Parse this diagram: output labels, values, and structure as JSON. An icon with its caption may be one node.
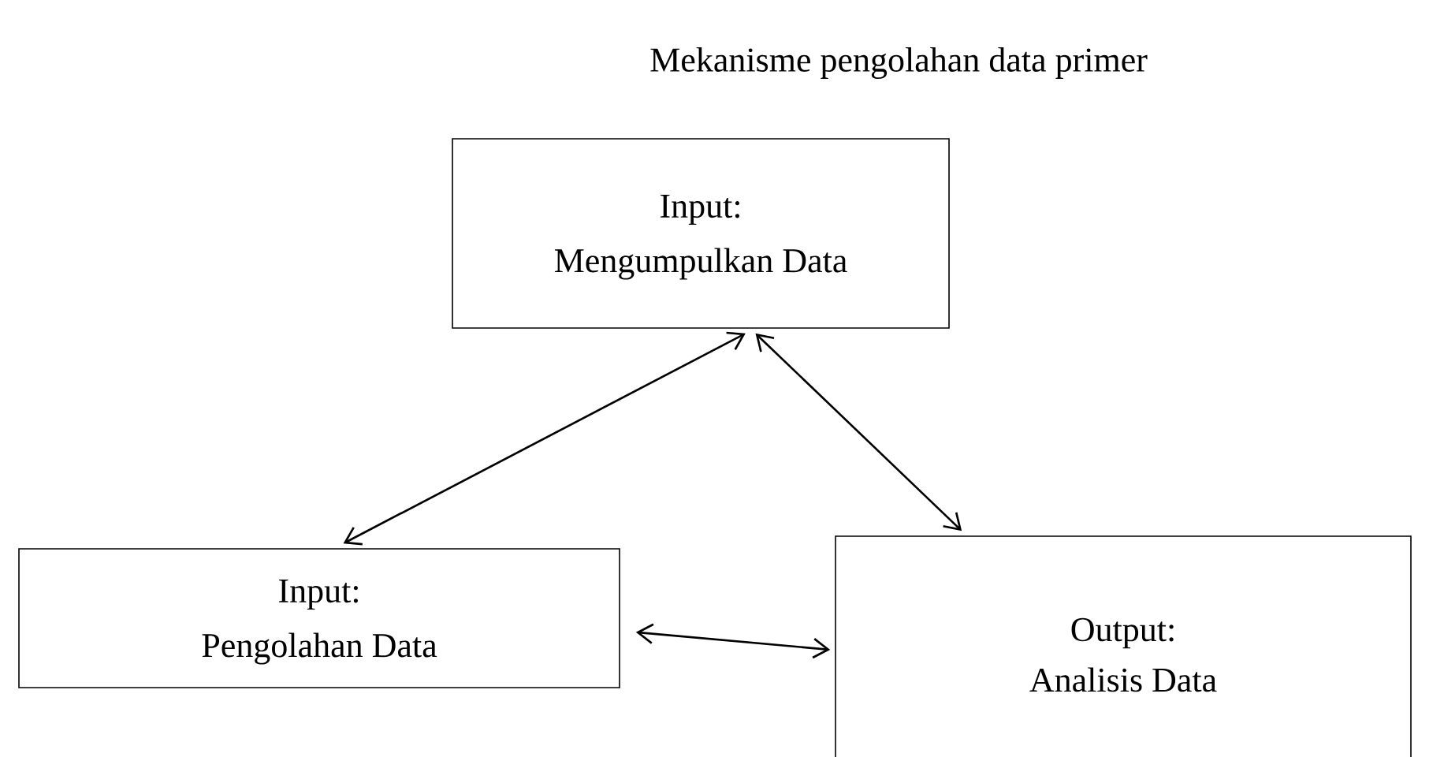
{
  "diagram": {
    "title": "Mekanisme pengolahan data primer",
    "nodes": [
      {
        "text": [
          "Input:",
          "Mengumpulkan Data"
        ]
      },
      {
        "text": [
          "Input:",
          "Pengolahan Data"
        ]
      },
      {
        "text": [
          "Output:",
          "Analisis Data"
        ]
      }
    ],
    "edges": [
      {
        "from": 0,
        "to": 1,
        "arrow": "both"
      },
      {
        "from": 0,
        "to": 2,
        "arrow": "both"
      },
      {
        "from": 1,
        "to": 2,
        "arrow": "both"
      }
    ]
  }
}
